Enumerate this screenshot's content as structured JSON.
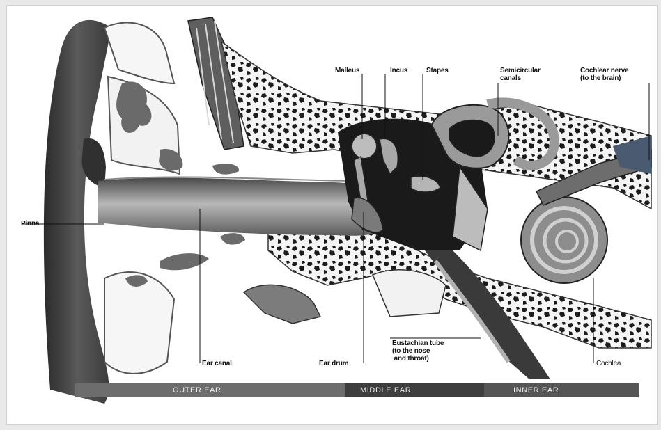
{
  "labels": {
    "pinna": "Pinna",
    "malleus": "Malleus",
    "incus": "Incus",
    "stapes": "Stapes",
    "semicircular_canals": "Semicircular\ncanals",
    "cochlear_nerve": "Cochlear nerve\n(to the brain)",
    "ear_canal": "Ear canal",
    "ear_drum": "Ear drum",
    "eustachian_tube": "Eustachian tube\n(to the nose\n and throat)",
    "cochlea": "Cochlea"
  },
  "sections": {
    "outer": "OUTER EAR",
    "middle": "MIDDLE EAR",
    "inner": "INNER EAR"
  }
}
